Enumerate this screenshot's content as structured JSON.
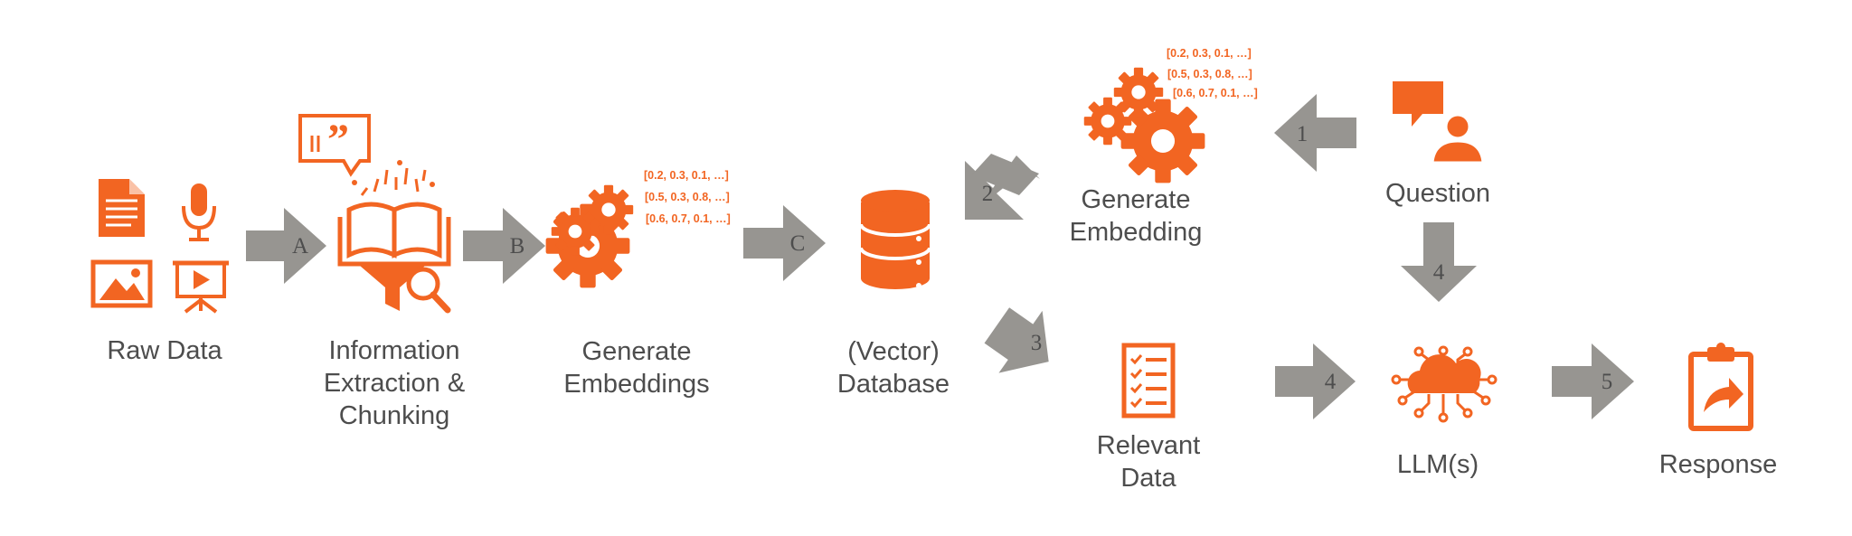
{
  "colors": {
    "accent": "#f26522",
    "arrow": "#979591",
    "text": "#4d4d4d"
  },
  "nodes": {
    "raw_data": {
      "label": "Raw Data",
      "icons": [
        "document-icon",
        "microphone-icon",
        "image-icon",
        "presentation-icon"
      ]
    },
    "extraction": {
      "label": "Information\nExtraction &\nChunking",
      "icons": [
        "quote-bubble-icon",
        "open-book-icon",
        "funnel-icon",
        "magnifier-icon"
      ]
    },
    "embeddings": {
      "label": "Generate\nEmbeddings",
      "icons": [
        "gears-icon"
      ],
      "vectors": [
        "[0.2, 0.3, 0.1, …]",
        "[0.5, 0.3, 0.8, …]",
        "[0.6, 0.7, 0.1, …]"
      ]
    },
    "database": {
      "label": "(Vector)\nDatabase",
      "icons": [
        "database-icon"
      ]
    },
    "query_embedding": {
      "label": "Generate\nEmbedding",
      "icons": [
        "gears-icon"
      ],
      "vectors": [
        "[0.2, 0.3, 0.1, …]",
        "[0.5, 0.3, 0.8, …]",
        "[0.6, 0.7, 0.1, …]"
      ]
    },
    "question": {
      "label": "Question",
      "icons": [
        "chat-user-icon"
      ]
    },
    "relevant_data": {
      "label": "Relevant\nData",
      "icons": [
        "checklist-icon"
      ]
    },
    "llm": {
      "label": "LLM(s)",
      "icons": [
        "cloud-network-icon"
      ]
    },
    "response": {
      "label": "Response",
      "icons": [
        "clipboard-share-icon"
      ]
    }
  },
  "arrows": [
    {
      "id": "A",
      "label": "A",
      "from": "raw_data",
      "to": "extraction"
    },
    {
      "id": "B",
      "label": "B",
      "from": "extraction",
      "to": "embeddings"
    },
    {
      "id": "C",
      "label": "C",
      "from": "embeddings",
      "to": "database"
    },
    {
      "id": "1",
      "label": "1",
      "from": "question",
      "to": "query_embedding"
    },
    {
      "id": "2",
      "label": "2",
      "from": "query_embedding",
      "to": "database"
    },
    {
      "id": "3",
      "label": "3",
      "from": "database",
      "to": "relevant_data"
    },
    {
      "id": "4a",
      "label": "4",
      "from": "question",
      "to": "llm"
    },
    {
      "id": "4b",
      "label": "4",
      "from": "relevant_data",
      "to": "llm"
    },
    {
      "id": "5",
      "label": "5",
      "from": "llm",
      "to": "response"
    }
  ]
}
